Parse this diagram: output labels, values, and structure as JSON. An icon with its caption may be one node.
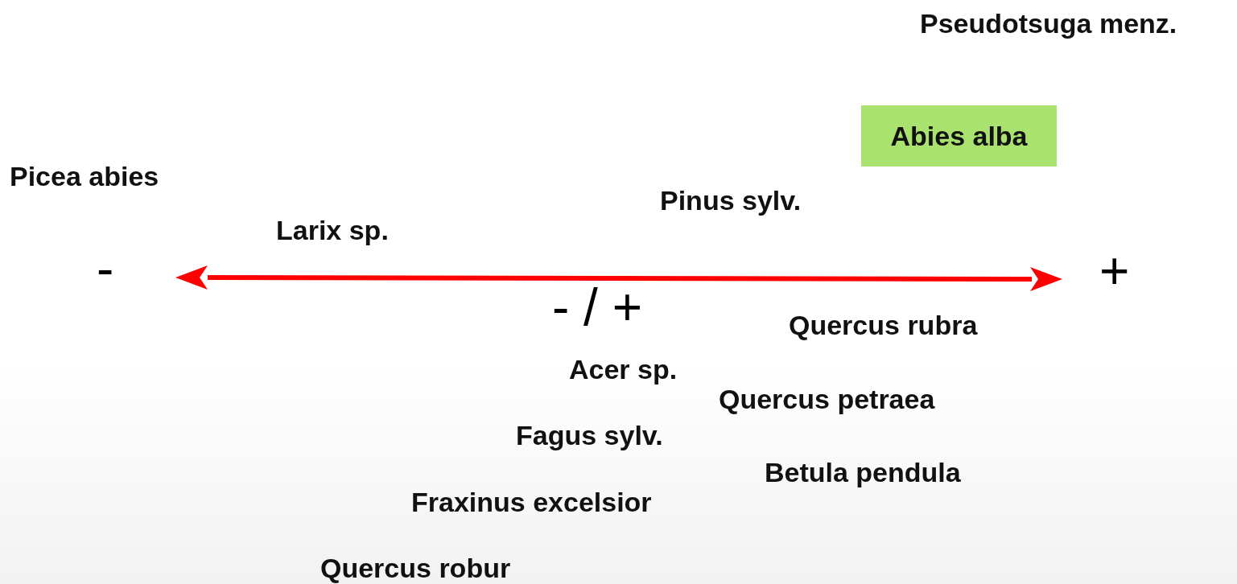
{
  "diagram": {
    "nodes": [
      {
        "text": [
          "Abies alba"
        ]
      }
    ],
    "edges": [],
    "labels": [
      "Pseudotsuga menz.",
      "Picea abies",
      "Pinus sylv.",
      "Larix sp.",
      "-",
      "+",
      "- / +",
      "Quercus rubra",
      "Acer sp.",
      "Quercus petraea",
      "Fagus sylv.",
      "Betula pendula",
      "Fraxinus excelsior",
      "Quercus robur"
    ]
  }
}
